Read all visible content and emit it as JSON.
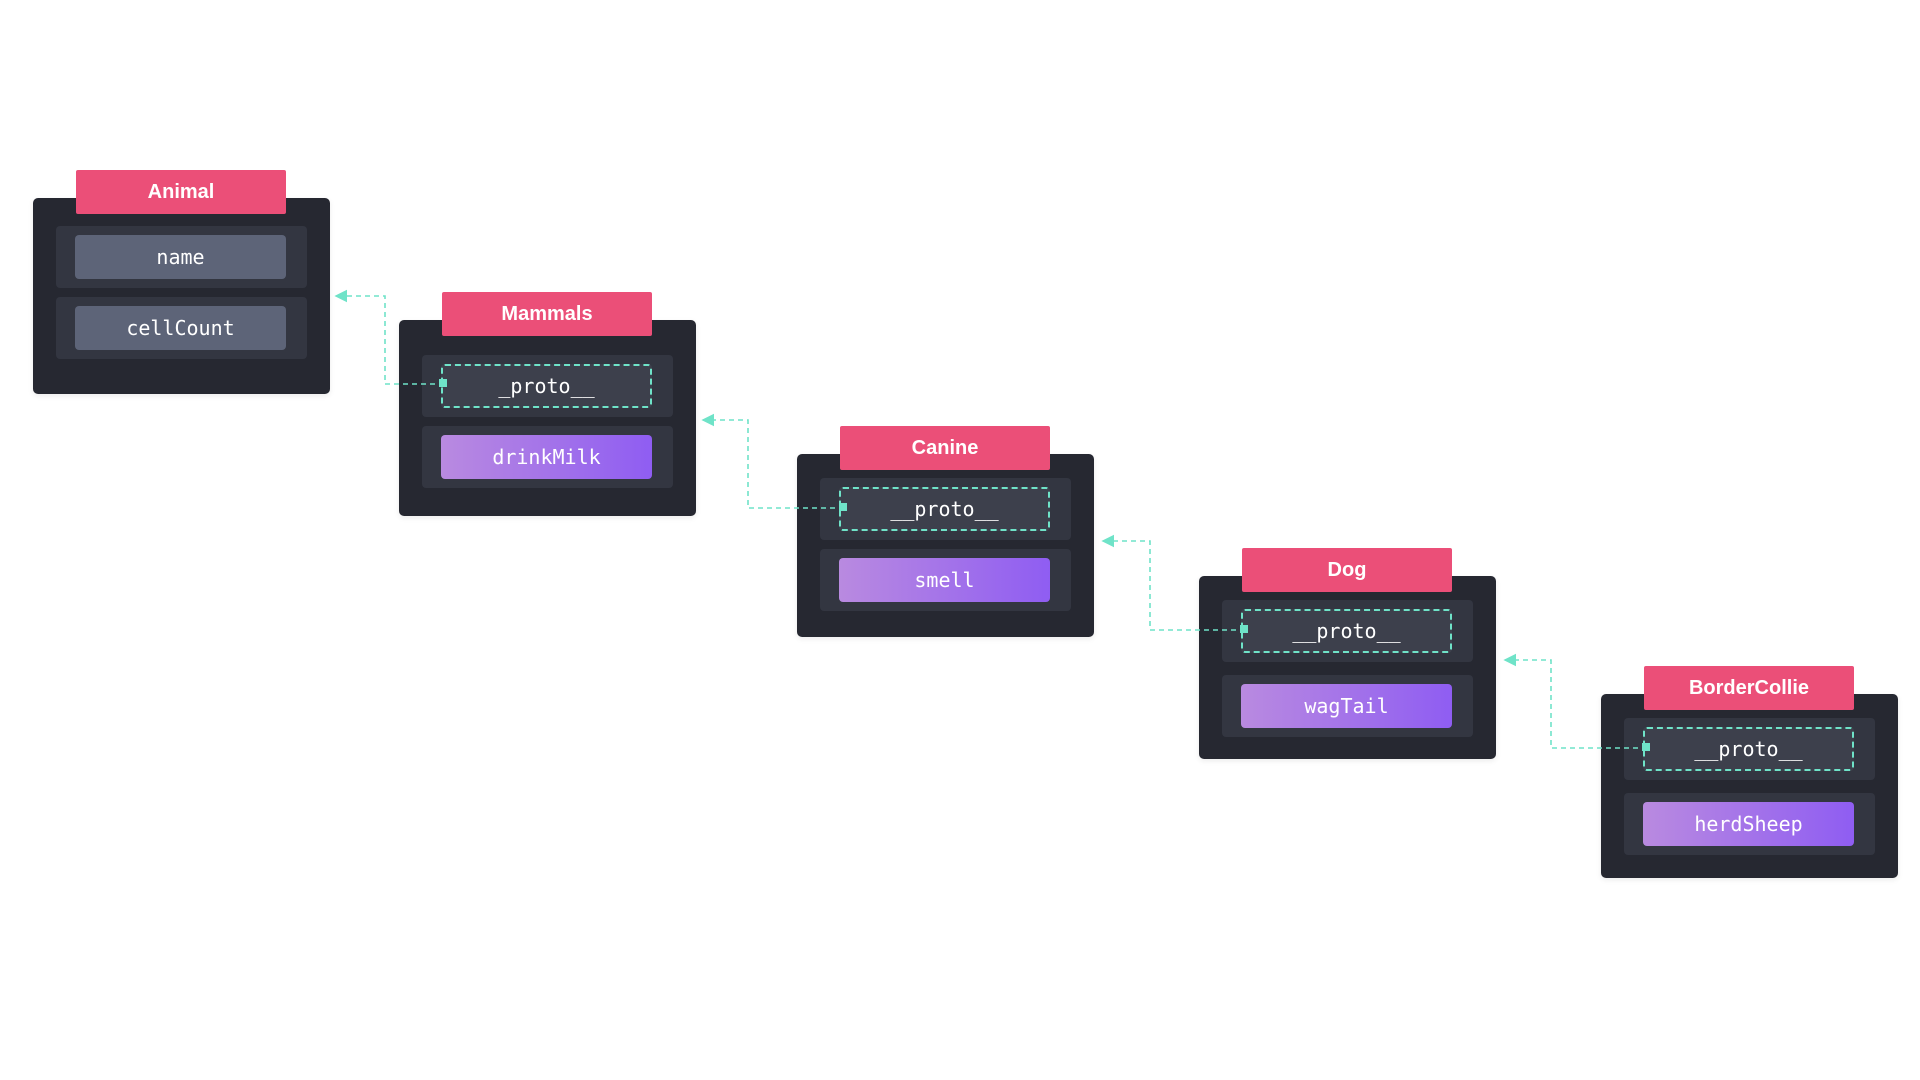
{
  "cards": [
    {
      "title": "Animal",
      "props": [
        {
          "label": "name",
          "kind": "plain"
        },
        {
          "label": "cellCount",
          "kind": "plain"
        }
      ]
    },
    {
      "title": "Mammals",
      "props": [
        {
          "label": "_proto__",
          "kind": "proto"
        },
        {
          "label": "drinkMilk",
          "kind": "method"
        }
      ]
    },
    {
      "title": "Canine",
      "props": [
        {
          "label": "__proto__",
          "kind": "proto"
        },
        {
          "label": "smell",
          "kind": "method"
        }
      ]
    },
    {
      "title": "Dog",
      "props": [
        {
          "label": "__proto__",
          "kind": "proto"
        },
        {
          "label": "wagTail",
          "kind": "method"
        }
      ]
    },
    {
      "title": "BorderCollie",
      "props": [
        {
          "label": "__proto__",
          "kind": "proto"
        },
        {
          "label": "herdSheep",
          "kind": "method"
        }
      ]
    }
  ],
  "links": [
    {
      "from": "Mammals",
      "to": "Animal"
    },
    {
      "from": "Canine",
      "to": "Mammals"
    },
    {
      "from": "Dog",
      "to": "Canine"
    },
    {
      "from": "BorderCollie",
      "to": "Dog"
    }
  ],
  "colors": {
    "card_bg": "#262831",
    "row_bg": "#333641",
    "title_bg": "#eb4f78",
    "plain_prop": "#5d6478",
    "method_gradient_start": "#b98ae0",
    "method_gradient_end": "#8f5df2",
    "proto_border": "#6fe3c8",
    "link_line": "#6fe3c8"
  }
}
